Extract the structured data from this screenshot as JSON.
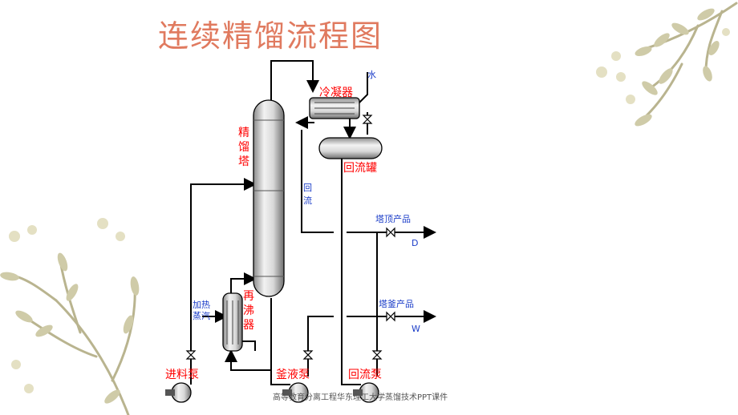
{
  "slide": {
    "title": "连续精馏流程图",
    "footer": "高等教育分离工程华东理工大学蒸馏技术PPT课件"
  },
  "diagram": {
    "column_label": [
      "精",
      "馏",
      "塔"
    ],
    "condenser_label": "冷凝器",
    "water_label": "水",
    "reflux_drum_label": "回流罐",
    "reflux_label": [
      "回",
      "流"
    ],
    "top_product_label": "塔顶产品",
    "top_product_code": "D",
    "bottom_product_label": "塔釜产品",
    "bottom_product_code": "W",
    "reboiler_label": [
      "再",
      "沸",
      "器"
    ],
    "steam_label": [
      "加热",
      "蒸汽"
    ],
    "feed_pump_label": "进料泵",
    "bottoms_pump_label": "釜液泵",
    "reflux_pump_label": "回流泵"
  }
}
